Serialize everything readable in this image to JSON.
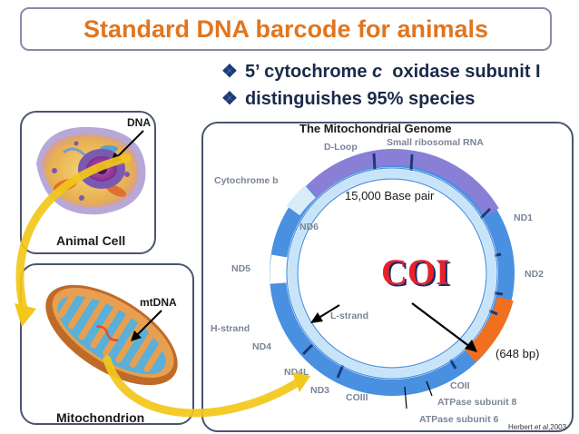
{
  "title": "Standard DNA barcode for animals",
  "bullets": [
    {
      "prefix": "5’ cytochrome ",
      "italic": "c",
      "suffix": "  oxidase subunit I"
    },
    {
      "prefix": "distinguishes 95% species",
      "italic": "",
      "suffix": ""
    }
  ],
  "cell_panel": {
    "dna_label": "DNA",
    "caption": "Animal Cell"
  },
  "mito_panel": {
    "mtdna_label": "mtDNA",
    "caption": "Mitochondrion"
  },
  "genome": {
    "heading": "The Mitochondrial Genome",
    "base_pairs": "15,000  Base pair",
    "coi": "COI",
    "coi_length": "(648 bp)",
    "labels": {
      "dloop": "D-Loop",
      "small_rrna": "Small ribosomal RNA",
      "cytb": "Cytochrome b",
      "nd1": "ND1",
      "nd6": "ND6",
      "nd5": "ND5",
      "nd2": "ND2",
      "lstrand": "L-strand",
      "hstrand": "H-strand",
      "nd4": "ND4",
      "nd4l": "ND4L",
      "nd3": "ND3",
      "coiii": "COIII",
      "coii": "COII",
      "atp8": "ATPase subunit 8",
      "atp6": "ATPase subunit 6"
    }
  },
  "citation": {
    "prefix": "Herbert ",
    "italic": "et al",
    "suffix": ",2003"
  },
  "colors": {
    "title": "#e0761f",
    "outer_ring": "#4a90e0",
    "dloop": "#8a7fd6",
    "coi": "#f07020",
    "inner_ring": "#c8e4f8"
  }
}
